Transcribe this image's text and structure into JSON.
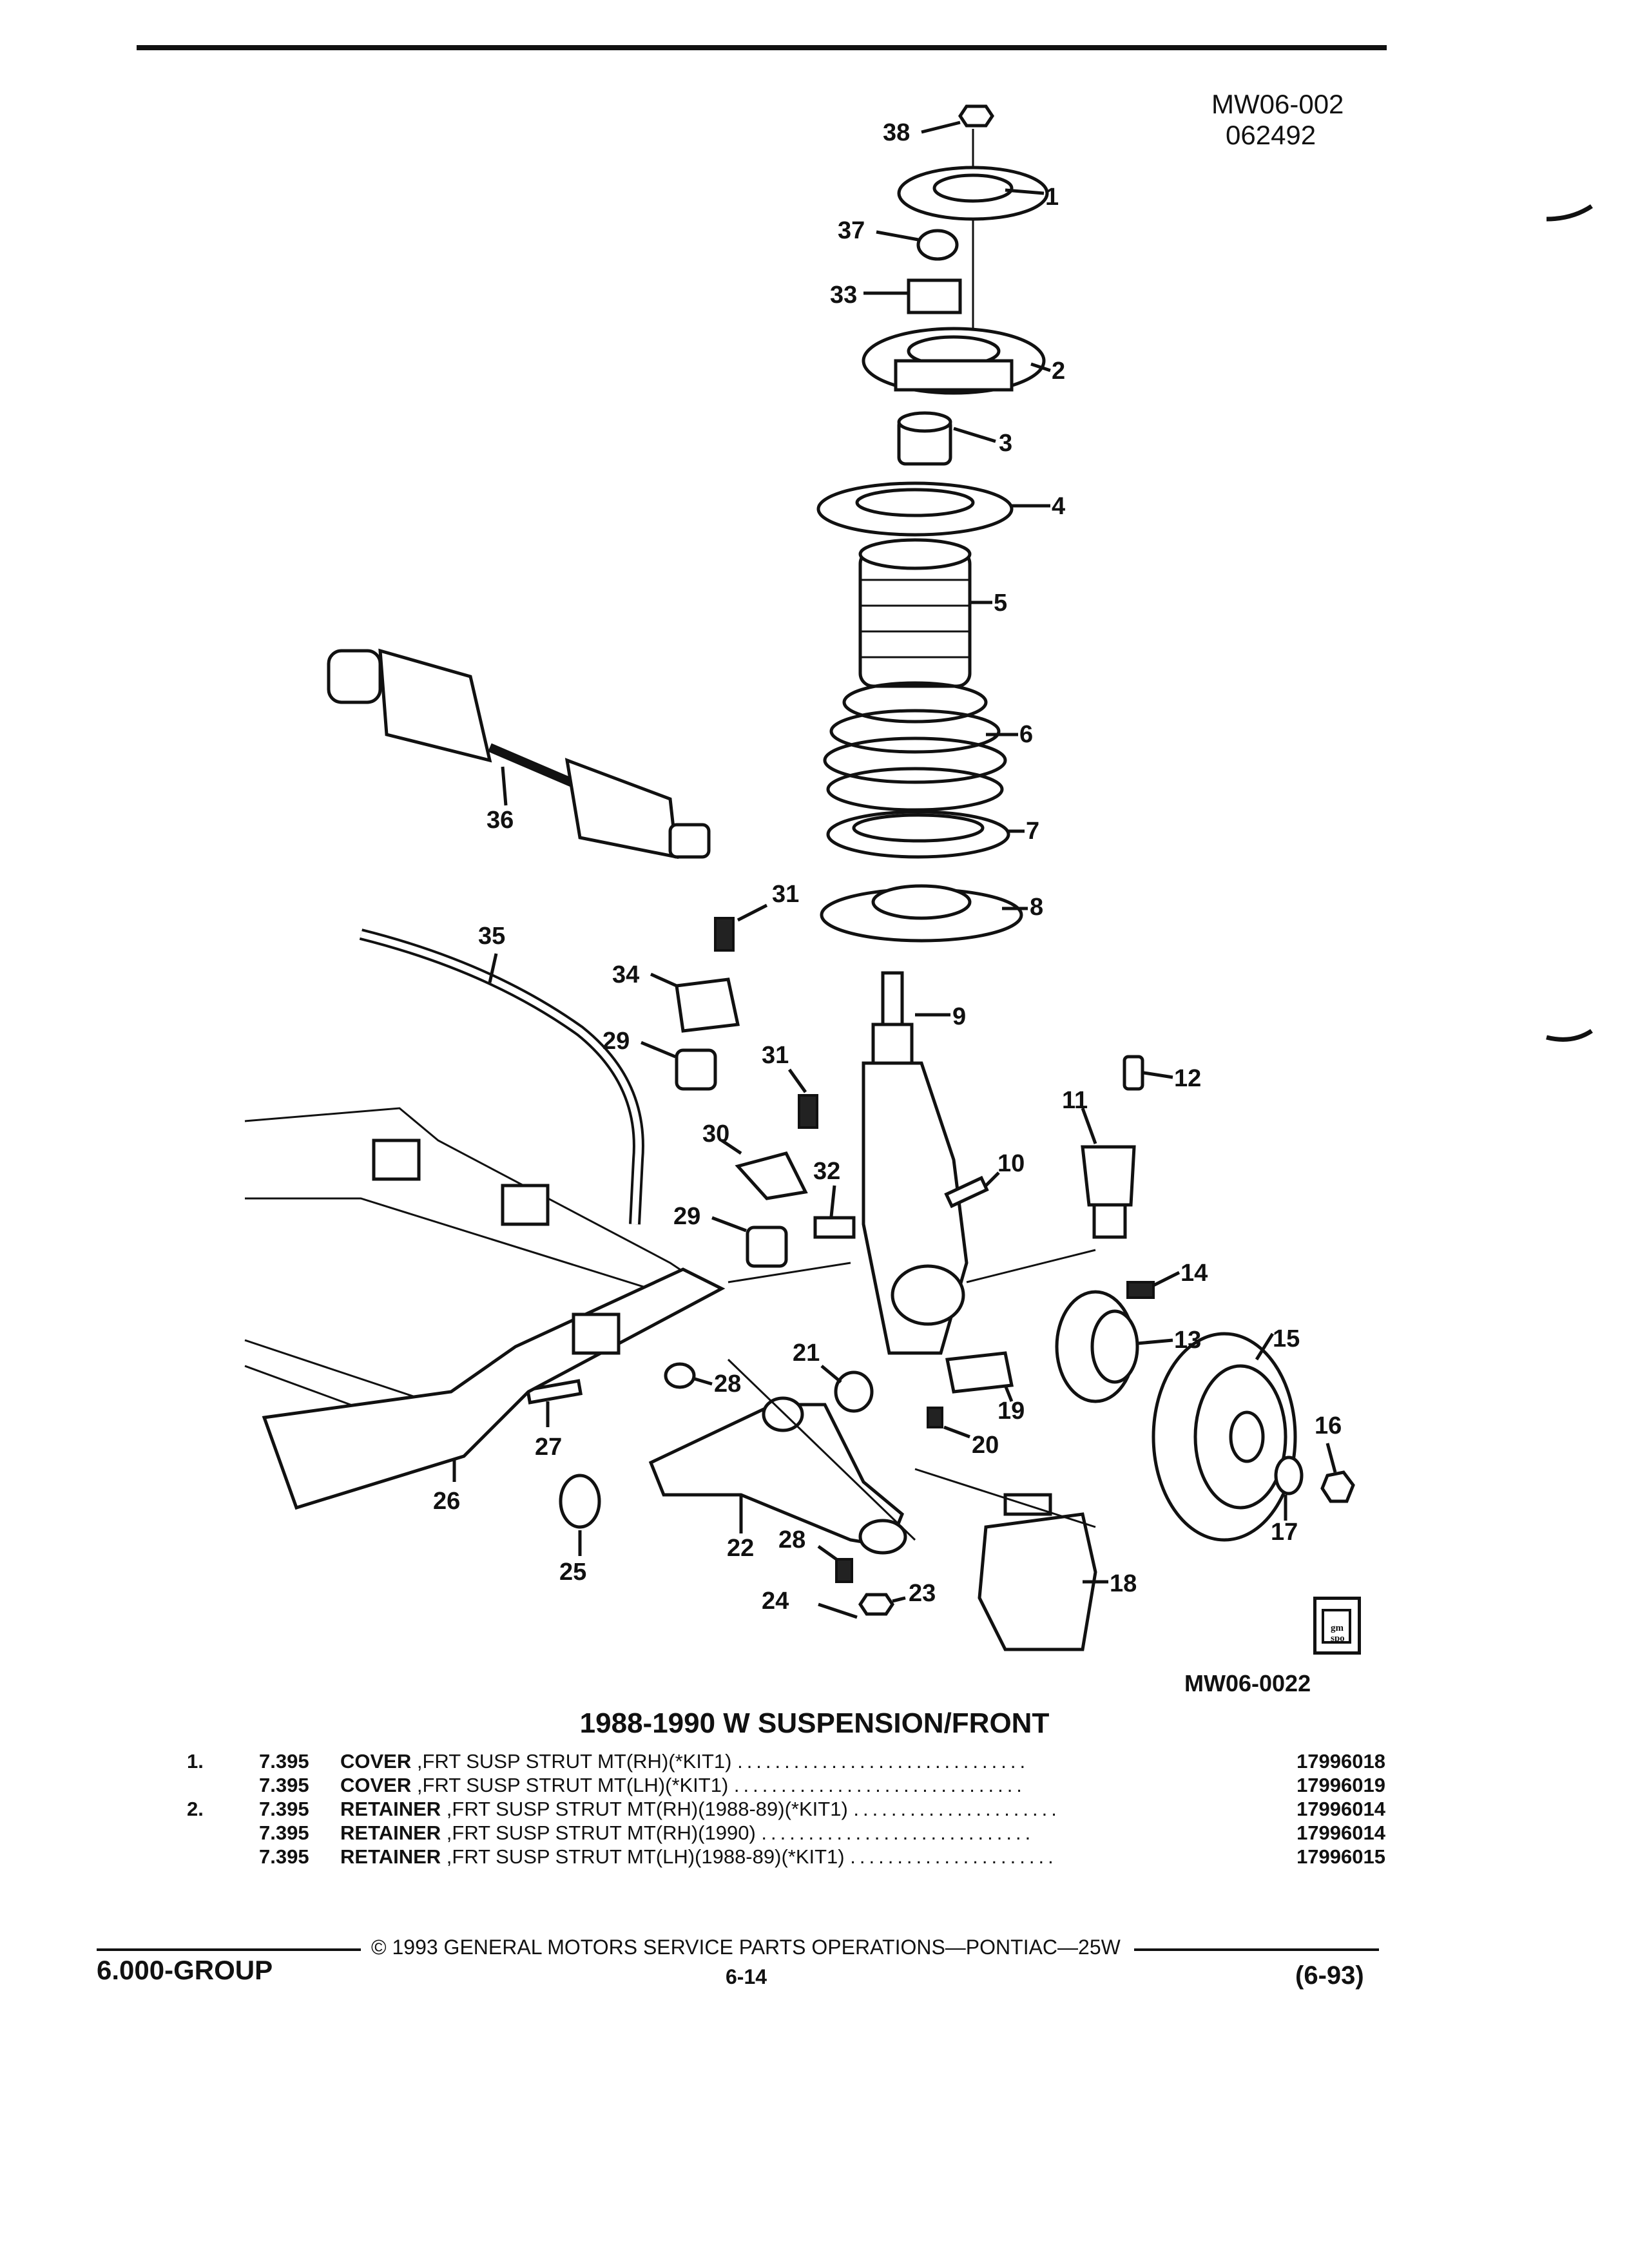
{
  "header": {
    "figure_ref": "MW06-002",
    "date_code": "062492"
  },
  "diagram": {
    "code": "MW06-0022",
    "callouts": [
      "38",
      "1",
      "37",
      "33",
      "2",
      "3",
      "4",
      "5",
      "6",
      "36",
      "7",
      "8",
      "31",
      "35",
      "34",
      "9",
      "29",
      "12",
      "31",
      "11",
      "30",
      "10",
      "32",
      "29",
      "14",
      "13",
      "15",
      "21",
      "28",
      "19",
      "27",
      "16",
      "20",
      "26",
      "22",
      "17",
      "25",
      "28",
      "18",
      "24",
      "23"
    ],
    "logo_text": [
      "gm",
      "spo"
    ]
  },
  "title": "1988-1990 W SUSPENSION/FRONT",
  "parts_list": [
    {
      "item": "1.",
      "group": "7.395",
      "name": "COVER",
      "desc": ",FRT SUSP STRUT MT(RH)(*KIT1)",
      "part": "17996018"
    },
    {
      "item": "",
      "group": "7.395",
      "name": "COVER",
      "desc": ",FRT SUSP STRUT MT(LH)(*KIT1)",
      "part": "17996019"
    },
    {
      "item": "2.",
      "group": "7.395",
      "name": "RETAINER",
      "desc": ",FRT SUSP STRUT MT(RH)(1988-89)(*KIT1)",
      "part": "17996014"
    },
    {
      "item": "",
      "group": "7.395",
      "name": "RETAINER",
      "desc": ",FRT SUSP STRUT MT(RH)(1990)",
      "part": "17996014"
    },
    {
      "item": "",
      "group": "7.395",
      "name": "RETAINER",
      "desc": ",FRT SUSP STRUT MT(LH)(1988-89)(*KIT1)",
      "part": "17996015"
    }
  ],
  "footer": {
    "copyright": "© 1993 GENERAL MOTORS SERVICE PARTS OPERATIONS—PONTIAC—25W",
    "group": "6.000-GROUP",
    "page": "6-14",
    "revision": "(6-93)"
  }
}
